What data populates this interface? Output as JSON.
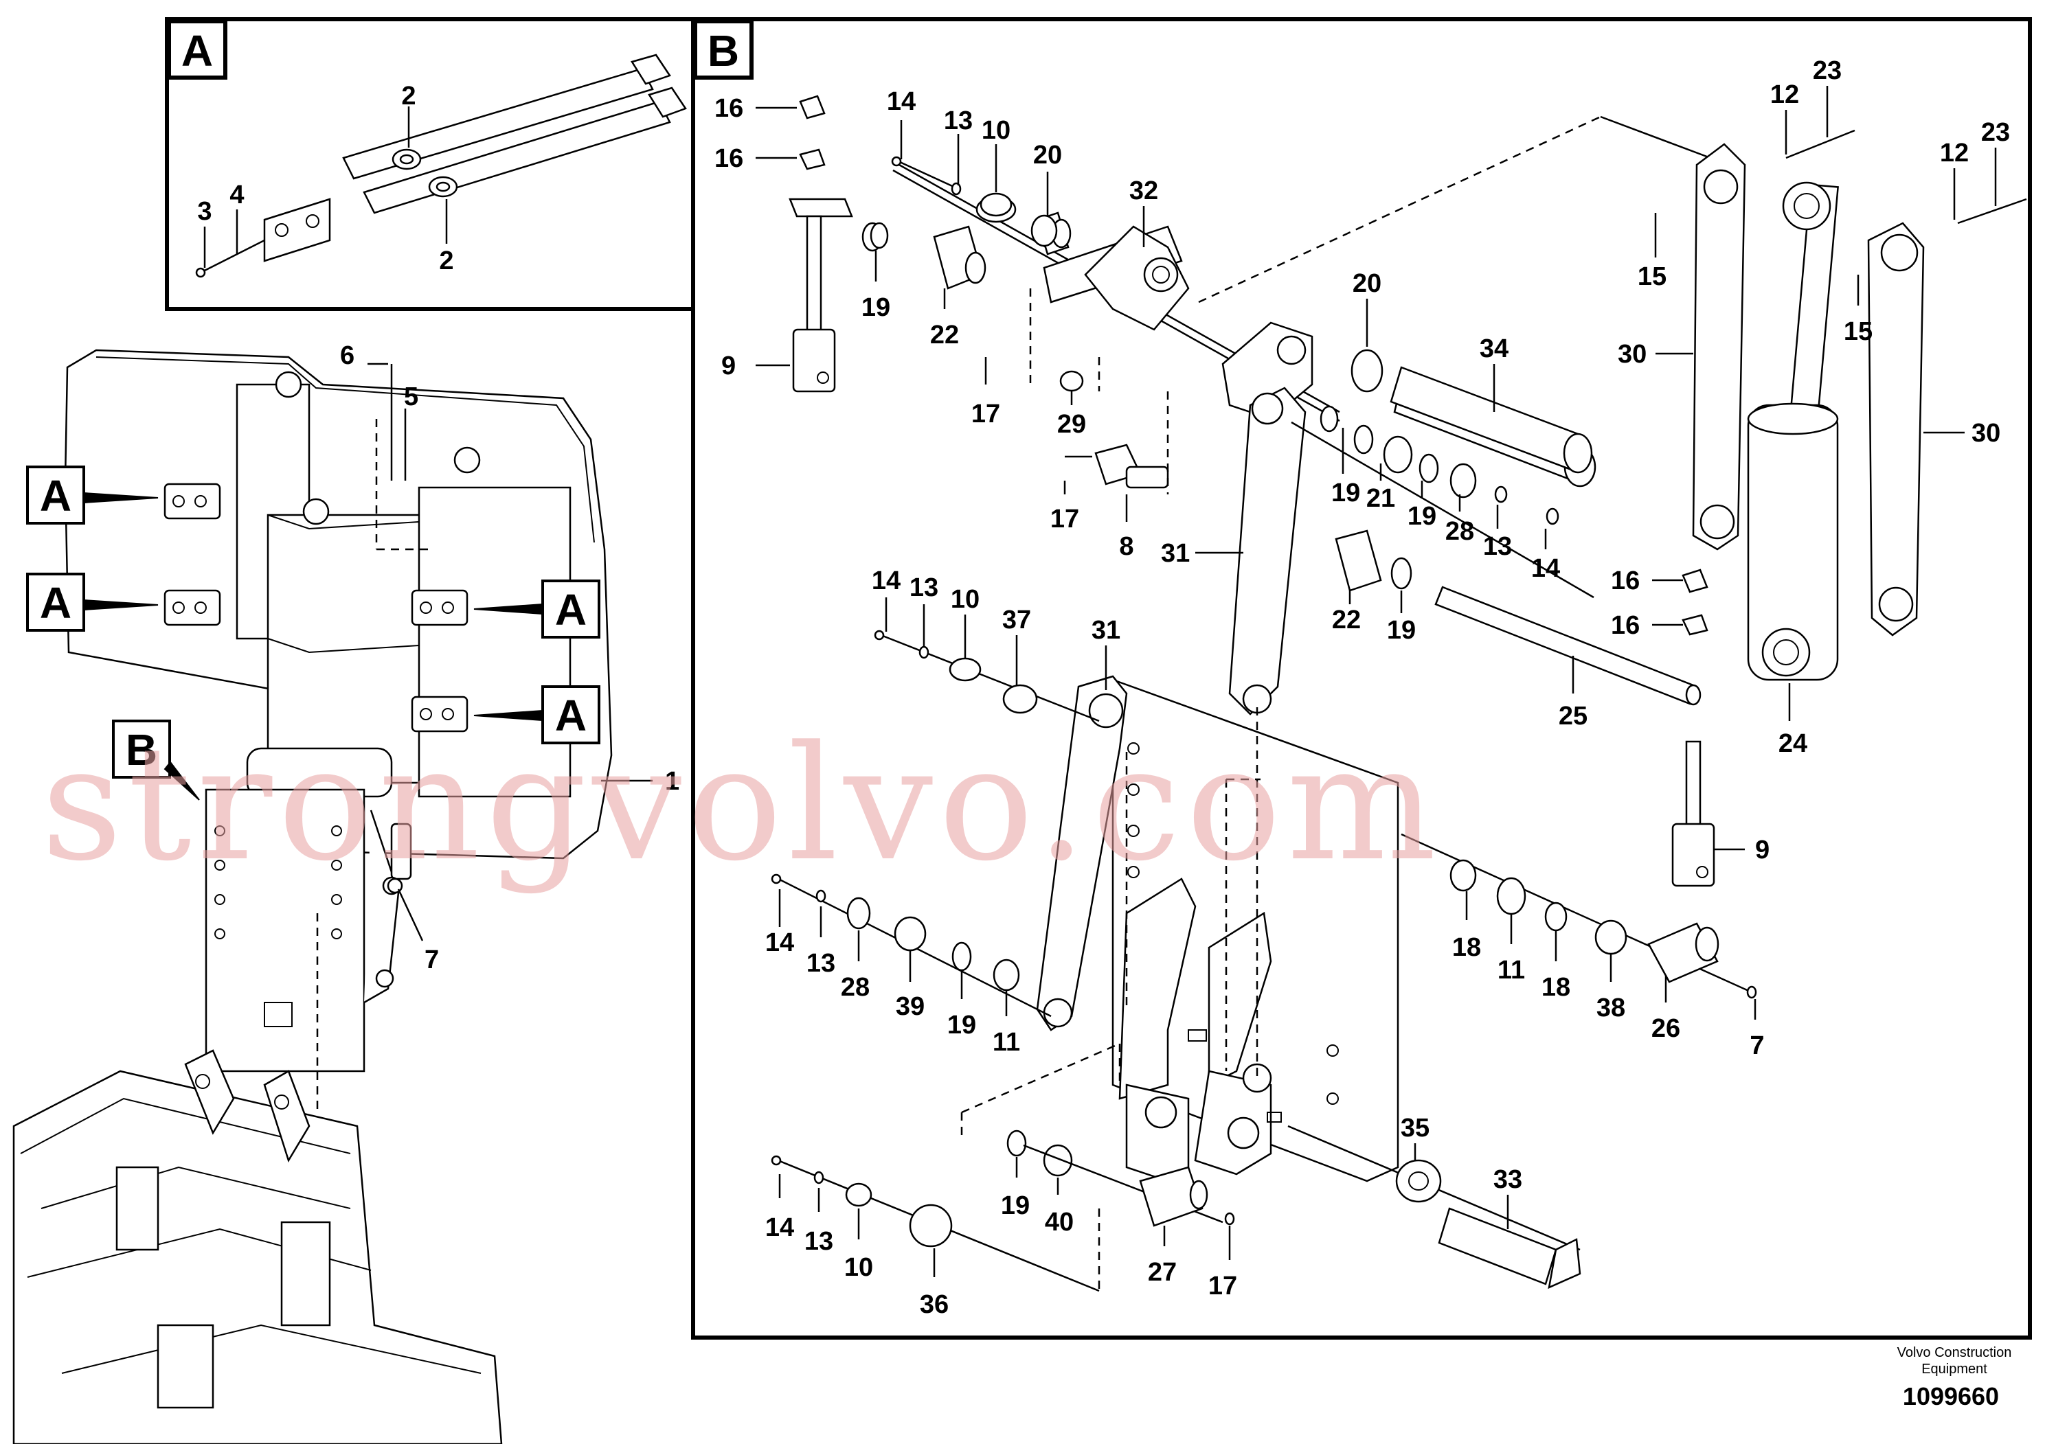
{
  "panels": {
    "a": {
      "label": "A"
    },
    "b": {
      "label": "B"
    }
  },
  "callout_tags": {
    "a": "A",
    "b": "B"
  },
  "part_numbers": {
    "n1": "1",
    "n2": "2",
    "n3": "3",
    "n4": "4",
    "n5": "5",
    "n6": "6",
    "n7": "7",
    "n8": "8",
    "n9": "9",
    "n10": "10",
    "n11": "11",
    "n12": "12",
    "n13": "13",
    "n14": "14",
    "n15": "15",
    "n16": "16",
    "n17": "17",
    "n18": "18",
    "n19": "19",
    "n20": "20",
    "n21": "21",
    "n22": "22",
    "n23": "23",
    "n24": "24",
    "n25": "25",
    "n26": "26",
    "n27": "27",
    "n28": "28",
    "n29": "29",
    "n30": "30",
    "n31": "31",
    "n32": "32",
    "n33": "33",
    "n34": "34",
    "n35": "35",
    "n36": "36",
    "n37": "37",
    "n38": "38",
    "n39": "39",
    "n40": "40"
  },
  "footer": {
    "company_line1": "Volvo Construction",
    "company_line2": "Equipment",
    "drawing_number": "1099660"
  },
  "watermark": "strongvolvo.com"
}
